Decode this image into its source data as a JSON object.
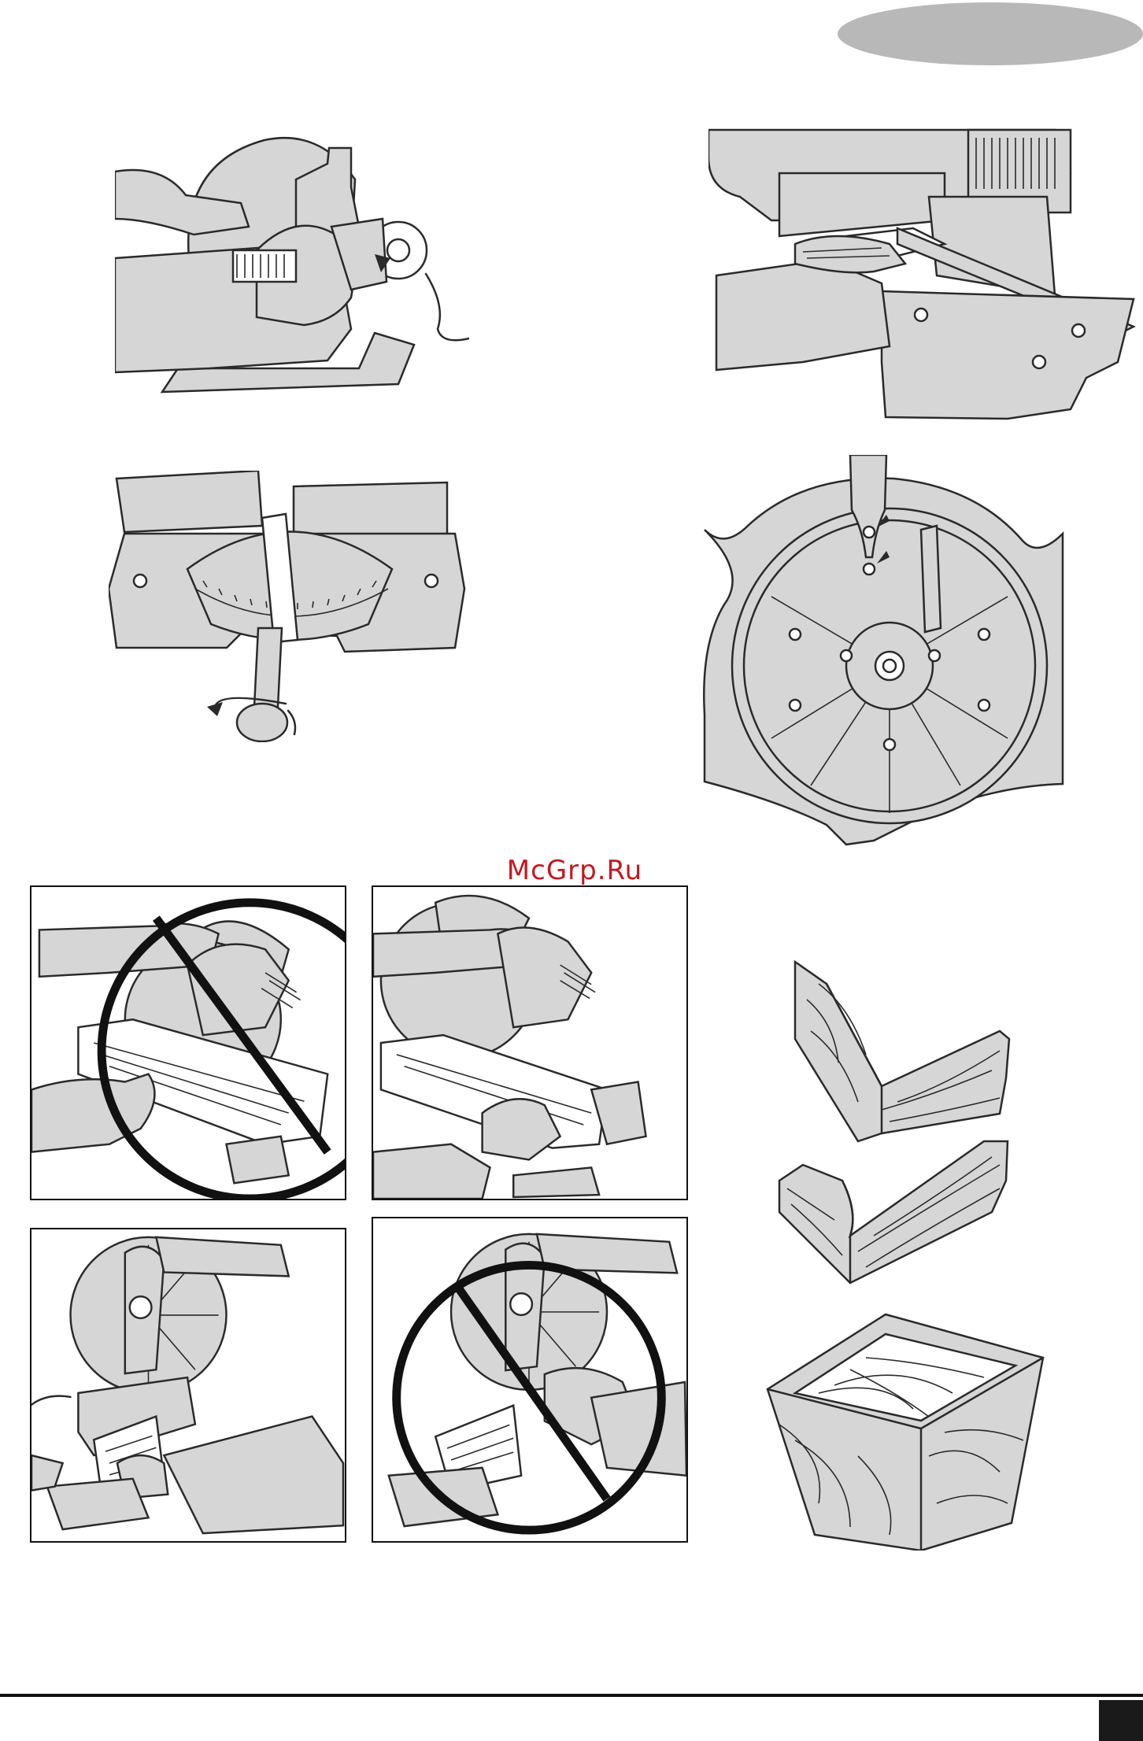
{
  "header": {
    "language_tab": ""
  },
  "watermark": {
    "text": "McGrp.Ru"
  },
  "footer": {
    "page_number": ""
  },
  "figures": [
    {
      "id": "fig-blade-guard-adjust",
      "icon": "saw-blade-guard-illustration"
    },
    {
      "id": "fig-fence-square-check",
      "icon": "fence-square-illustration"
    },
    {
      "id": "fig-miter-table-lock",
      "icon": "miter-table-knob-illustration"
    },
    {
      "id": "fig-blade-flange-bolts",
      "icon": "saw-blade-flange-illustration"
    },
    {
      "id": "fig-wrong-hand-position",
      "icon": "prohibited-cut-illustration"
    },
    {
      "id": "fig-correct-hand-position",
      "icon": "correct-cut-illustration"
    },
    {
      "id": "fig-correct-bevel-cut",
      "icon": "correct-bevel-illustration"
    },
    {
      "id": "fig-wrong-bevel-cut",
      "icon": "prohibited-bevel-illustration"
    },
    {
      "id": "fig-miter-joints",
      "icon": "miter-joint-illustration"
    }
  ],
  "colors": {
    "illustration_fill": "#d6d6d6",
    "line": "#2a2a2a",
    "watermark": "#c41820",
    "tab": "#b8b8b8"
  }
}
